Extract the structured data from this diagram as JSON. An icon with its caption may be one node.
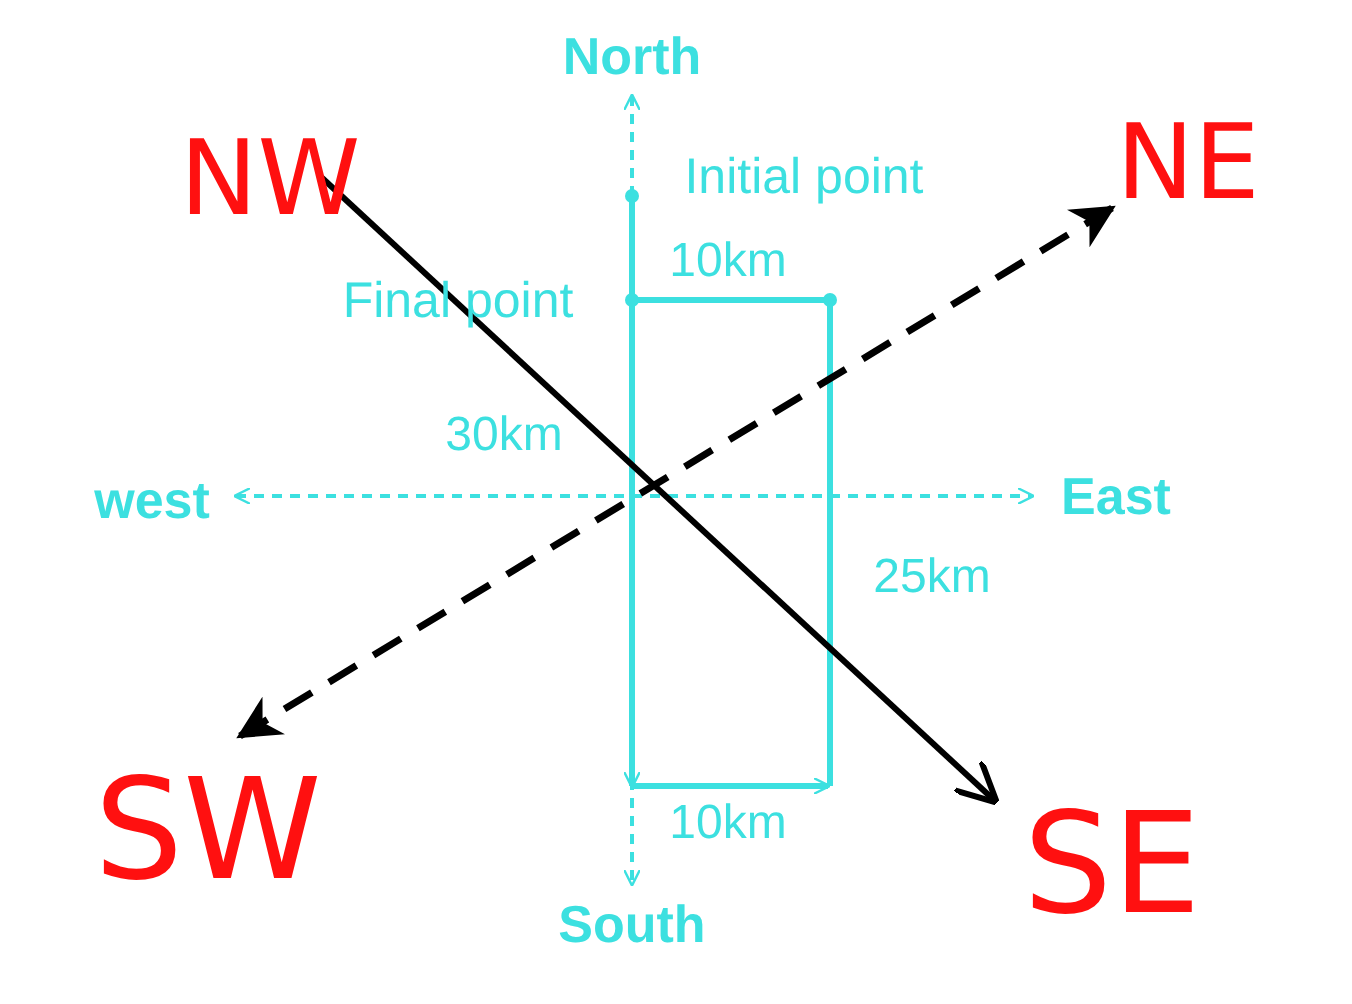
{
  "diagram": {
    "labels": [
      "North",
      "Initial point",
      "NW",
      "NE",
      "10km",
      "Final point",
      "30km",
      "west",
      "East",
      "25km",
      "SW",
      "SE",
      "10km",
      "South"
    ]
  }
}
